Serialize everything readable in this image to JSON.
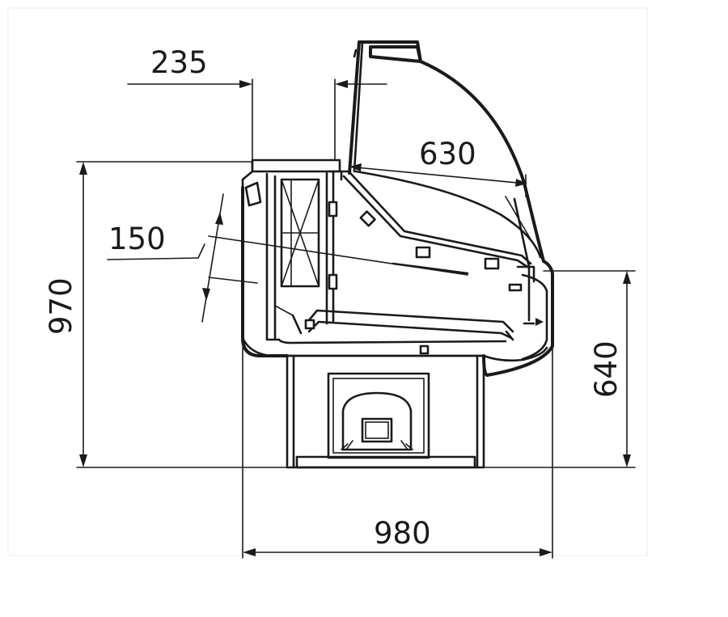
{
  "dimensions": {
    "top_depth": "235",
    "glass_length": "630",
    "shelf_offset": "150",
    "total_height": "970",
    "counter_height": "640",
    "total_width": "980"
  },
  "colors": {
    "line": "#1a1a1a",
    "background": "#ffffff"
  }
}
